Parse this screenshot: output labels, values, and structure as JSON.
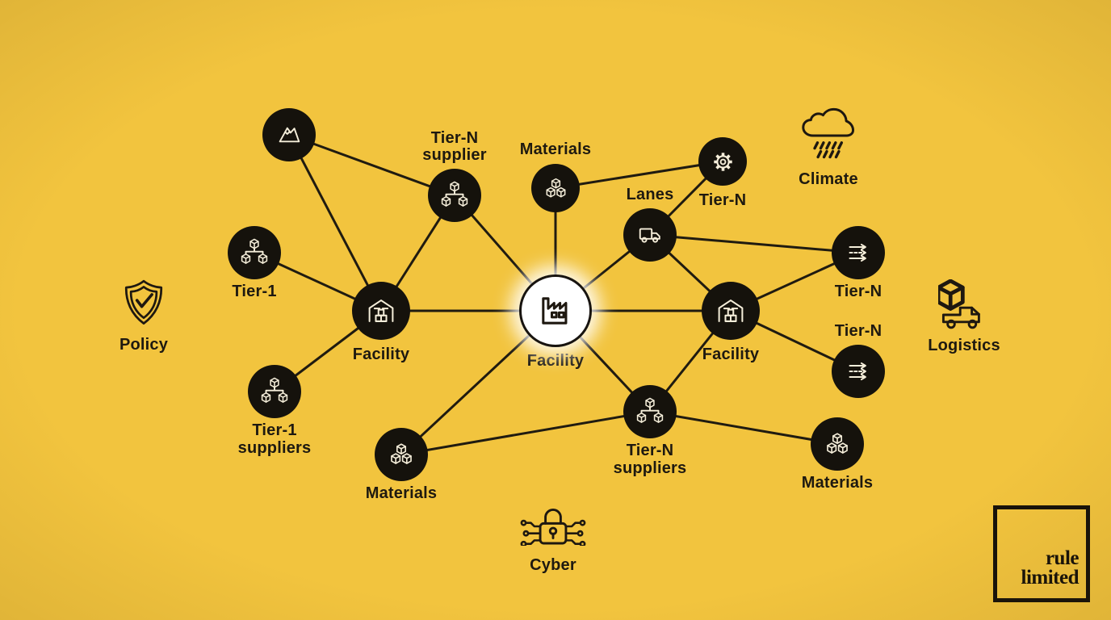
{
  "colors": {
    "background": "#F2C43E",
    "node_fill": "#15120C",
    "node_icon_stroke": "#F5EEDA",
    "edge": "#201B10",
    "label_text": "#1E1910",
    "hub_fill": "#FFFFFF"
  },
  "network": {
    "nodes": {
      "mine": {
        "icon": "mine-mountain-icon",
        "label": ""
      },
      "tier_n_supplier": {
        "icon": "hierarchy-icon",
        "label": "Tier-N\nsupplier"
      },
      "materials_top": {
        "icon": "materials-cubes-icon",
        "label": "Materials"
      },
      "tier_n_gear": {
        "icon": "gear-icon",
        "label": "Tier-N"
      },
      "lanes": {
        "icon": "truck-icon",
        "label": "Lanes"
      },
      "tier_1": {
        "icon": "hierarchy-icon",
        "label": "Tier-1"
      },
      "facility_left": {
        "icon": "warehouse-icon",
        "label": "Facility"
      },
      "facility_center": {
        "icon": "factory-icon",
        "label": "Facility"
      },
      "facility_right": {
        "icon": "warehouse-icon",
        "label": "Facility"
      },
      "tier_n_routes_top": {
        "icon": "arrows-right-icon",
        "label": "Tier-N"
      },
      "tier_n_routes_bottom": {
        "icon": "arrows-right-icon",
        "label": "Tier-N"
      },
      "tier_1_suppliers": {
        "icon": "hierarchy-icon",
        "label": "Tier-1\nsuppliers"
      },
      "materials_bottom_left": {
        "icon": "materials-cubes-icon",
        "label": "Materials"
      },
      "tier_n_suppliers": {
        "icon": "hierarchy-icon",
        "label": "Tier-N\nsuppliers"
      },
      "materials_bottom_right": {
        "icon": "materials-cubes-icon",
        "label": "Materials"
      }
    },
    "edges": [
      [
        "mine",
        "tier_n_supplier"
      ],
      [
        "mine",
        "facility_left"
      ],
      [
        "tier_n_supplier",
        "facility_left"
      ],
      [
        "tier_n_supplier",
        "facility_center"
      ],
      [
        "materials_top",
        "facility_center"
      ],
      [
        "materials_top",
        "tier_n_gear"
      ],
      [
        "tier_n_gear",
        "lanes"
      ],
      [
        "lanes",
        "facility_center"
      ],
      [
        "lanes",
        "facility_right"
      ],
      [
        "lanes",
        "tier_n_routes_top"
      ],
      [
        "tier_1",
        "facility_left"
      ],
      [
        "tier_1_suppliers",
        "facility_left"
      ],
      [
        "facility_left",
        "facility_center"
      ],
      [
        "facility_center",
        "facility_right"
      ],
      [
        "facility_center",
        "materials_bottom_left"
      ],
      [
        "facility_center",
        "tier_n_suppliers"
      ],
      [
        "facility_right",
        "tier_n_routes_top"
      ],
      [
        "facility_right",
        "tier_n_routes_bottom"
      ],
      [
        "facility_right",
        "tier_n_suppliers"
      ],
      [
        "materials_bottom_left",
        "tier_n_suppliers"
      ],
      [
        "tier_n_suppliers",
        "materials_bottom_right"
      ]
    ]
  },
  "context_icons": {
    "policy": {
      "icon": "shield-check-icon",
      "label": "Policy"
    },
    "climate": {
      "icon": "rain-cloud-icon",
      "label": "Climate"
    },
    "logistics": {
      "icon": "box-truck-icon",
      "label": "Logistics"
    },
    "cyber": {
      "icon": "lock-circuit-icon",
      "label": "Cyber"
    }
  },
  "logo": {
    "line1": "rule",
    "line2": "limited"
  }
}
